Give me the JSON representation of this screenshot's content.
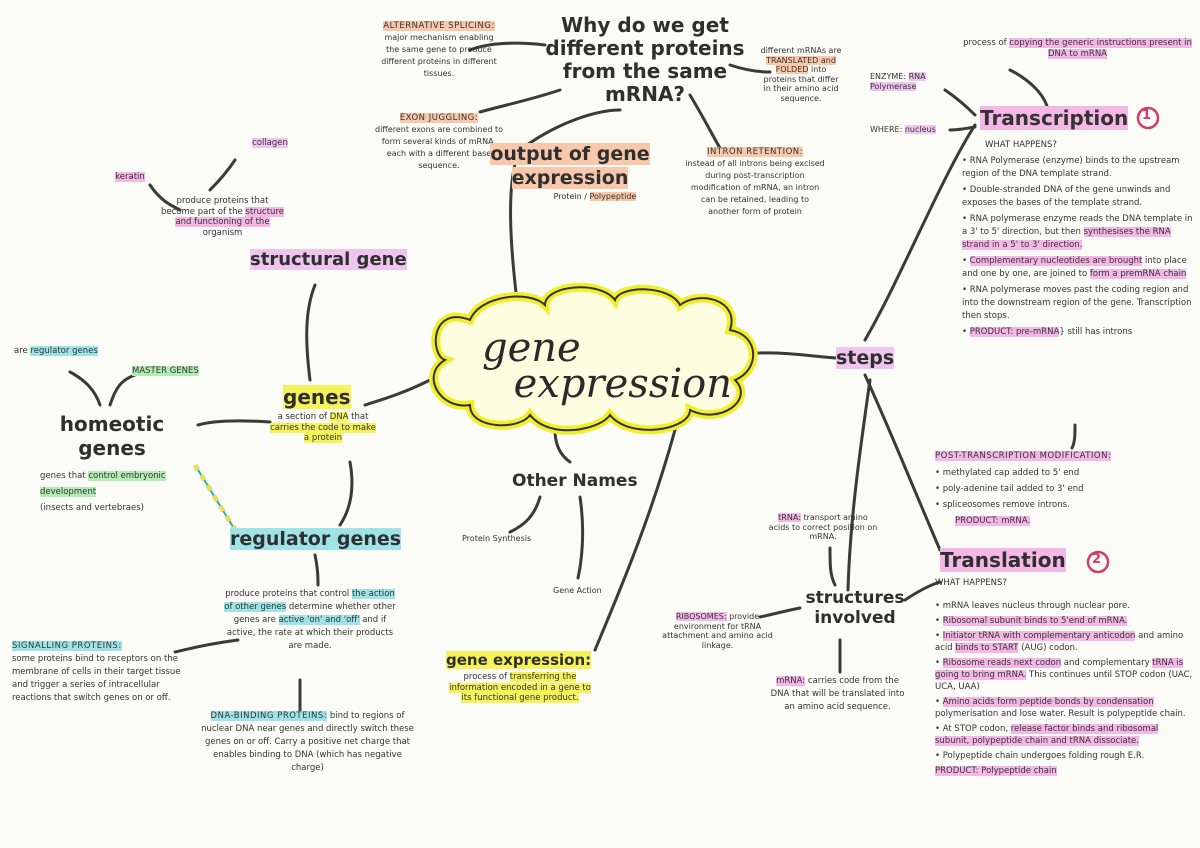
{
  "title": {
    "line1": "gene",
    "line2": "expression"
  },
  "question": {
    "heading": "Why do we get different proteins from the same mRNA?",
    "alternative_splicing": {
      "label": "ALTERNATIVE SPLICING:",
      "text": "major mechanism enabling the same gene to produce different proteins in different tissues."
    },
    "exon_juggling": {
      "label": "EXON JUGGLING:",
      "text": "different exons are combined to form several kinds of mRNA, each with a different base sequence."
    },
    "different_mrnas": {
      "pre": "different mRNAs are",
      "hl": "TRANSLATED and FOLDED",
      "post": "into proteins that differ in their amino acid sequence."
    },
    "intron_retention": {
      "label": "INTRON RETENTION:",
      "text": "instead of all introns being excised during post-transcription modification of mRNA, an intron can be retained, leading to another form of protein"
    }
  },
  "output": {
    "heading": "output of gene expression",
    "sub_a": "Protein /",
    "sub_b": "Polypeptide"
  },
  "structural": {
    "heading": "structural gene",
    "collagen": "collagen",
    "keratin": "keratin",
    "desc_a": "produce proteins that become part of the",
    "desc_hl": "structure and functioning of the",
    "desc_b": "organism"
  },
  "genes": {
    "heading": "genes",
    "t1": "a section of",
    "t2": "DNA",
    "t3": "that",
    "t4": "carries the code to make a protein"
  },
  "homeotic": {
    "heading": "homeotic genes",
    "are_pre": "are",
    "are_hl": "regulator genes",
    "master": "MASTER GENES",
    "desc_pre": "genes that",
    "desc_hl": "control embryonic development",
    "desc_post": "(insects and vertebraes)"
  },
  "regulator": {
    "heading": "regulator genes",
    "d1": "produce proteins that control",
    "d2": "the action of other genes",
    "d3": "determine whether other genes are",
    "d4": "active 'on' and 'off'",
    "d5": "and if active, the rate at which their products are made.",
    "signalling_label": "SIGNALLING PROTEINS:",
    "signalling_text": "some proteins bind to receptors on the membrane of cells in their target tissue and trigger a series of intracellular reactions that switch genes on or off.",
    "dna_binding_label": "DNA-BINDING PROTEINS:",
    "dna_binding_text": "bind to regions of nuclear DNA near genes and directly switch these genes on or off. Carry a positive net charge that enables binding to DNA (which has negative charge)"
  },
  "other_names": {
    "heading": "Other Names",
    "a": "Protein Synthesis",
    "b": "Gene Action"
  },
  "definition": {
    "heading": "gene expression:",
    "pre": "process of",
    "hl": "transferring the information encoded in a gene to its functional gene product."
  },
  "steps": {
    "heading": "steps"
  },
  "transcription": {
    "process_pre": "process of",
    "process_hl": "copying the generic instructions present in DNA to mRNA",
    "enzyme_label": "ENZYME:",
    "enzyme_value": "RNA Polymerase",
    "where_label": "WHERE:",
    "where_value": "nucleus",
    "heading": "Transcription",
    "number": "1",
    "what_happens": "WHAT HAPPENS?",
    "b1": "RNA Polymerase (enzyme) binds to the upstream region of the DNA template strand.",
    "b2": "Double-stranded DNA of the gene unwinds and exposes the bases of the template strand.",
    "b3a": "RNA polymerase enzyme reads the DNA template in a 3' to 5' direction, but then",
    "b3hl": "synthesises the RNA strand in a 5' to 3' direction.",
    "b4hl": "Complementary nucleotides are brought",
    "b4b": "into place and one by one, are joined to",
    "b4c": "form a premRNA chain",
    "b5": "RNA polymerase moves past the coding region and into the downstream region of the gene. Transcription then stops.",
    "product_hl": "PRODUCT: pre-mRNA",
    "product_post": "} still has introns",
    "post_label": "POST-TRANSCRIPTION MODIFICATION:",
    "p1": "methylated cap added to 5' end",
    "p2": "poly-adenine tail added to 3' end",
    "p3": "spliceosomes remove introns.",
    "p4": "PRODUCT: mRNA."
  },
  "structures": {
    "heading": "structures involved",
    "trna_label": "tRNA:",
    "trna_text": "transport amino acids to correct position on mRNA.",
    "ribo_label": "RIBOSOMES:",
    "ribo_text": "provide environment for tRNA attachment and amino acid linkage.",
    "mrna_label": "mRNA:",
    "mrna_text": "carries code from the DNA that will be translated into an amino acid sequence."
  },
  "translation": {
    "heading": "Translation",
    "number": "2",
    "what_happens": "WHAT HAPPENS?",
    "b1": "mRNA leaves nucleus through nuclear pore.",
    "b2": "Ribosomal subunit binds to 5'end of mRNA.",
    "b3a": "Initiator tRNA with complementary anticodon",
    "b3b": "and amino acid",
    "b3hl": "binds to START",
    "b3c": "(AUG) codon.",
    "b4hl": "Ribosome reads next codon",
    "b4a": "and complementary",
    "b4hl2": "tRNA is going to bring mRNA.",
    "b4b": "This continues until STOP codon (UAC, UCA, UAA)",
    "b5hl": "Amino acids form peptide bonds by condensation",
    "b5a": "polymerisation and lose water. Result is polypeptide chain.",
    "b6a": "At STOP codon,",
    "b6hl": "release factor binds and ribosomal subunit, polypeptide chain and tRNA dissociate.",
    "b7": "Polypeptide chain undergoes folding rough E.R.",
    "product": "PRODUCT: Polypeptide chain"
  }
}
